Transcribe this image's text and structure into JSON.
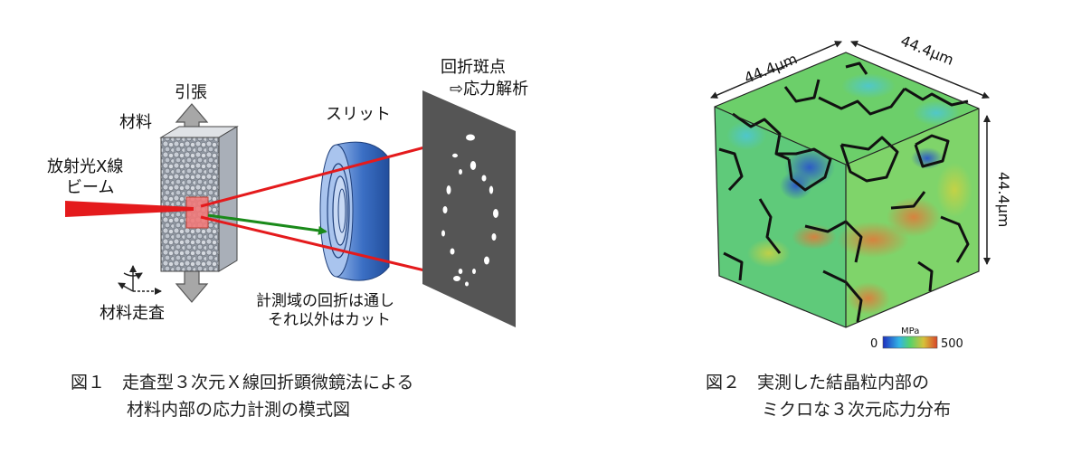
{
  "figure1": {
    "labels": {
      "tension": "引張",
      "material": "材料",
      "beam_line1": "放射光X線",
      "beam_line2": "ビーム",
      "slit": "スリット",
      "spots_line1": "回折斑点",
      "spots_line2": "⇨応力解析",
      "scan": "材料走査",
      "slit_note_line1": "計測域の回折は通し",
      "slit_note_line2": "それ以外はカット"
    },
    "caption_line1": "図１　走査型３次元Ｘ線回折顕微鏡法による",
    "caption_line2": "材料内部の応力計測の模式図"
  },
  "figure2": {
    "dimension_top_left": "44.4μm",
    "dimension_top_right": "44.4μm",
    "dimension_right": "44.4μm",
    "colorbar": {
      "unit": "MPa",
      "min": "0",
      "max": "500"
    },
    "caption_line1": "図２　実測した結晶粒内部の",
    "caption_line2": "ミクロな３次元応力分布"
  },
  "colors": {
    "incident_beam": "#e41a1c",
    "diffracted_beam": "#e41a1c",
    "transmitted_beam": "#1a8a1a",
    "slit_blue": "#3b6fc4",
    "screen": "#555555"
  }
}
